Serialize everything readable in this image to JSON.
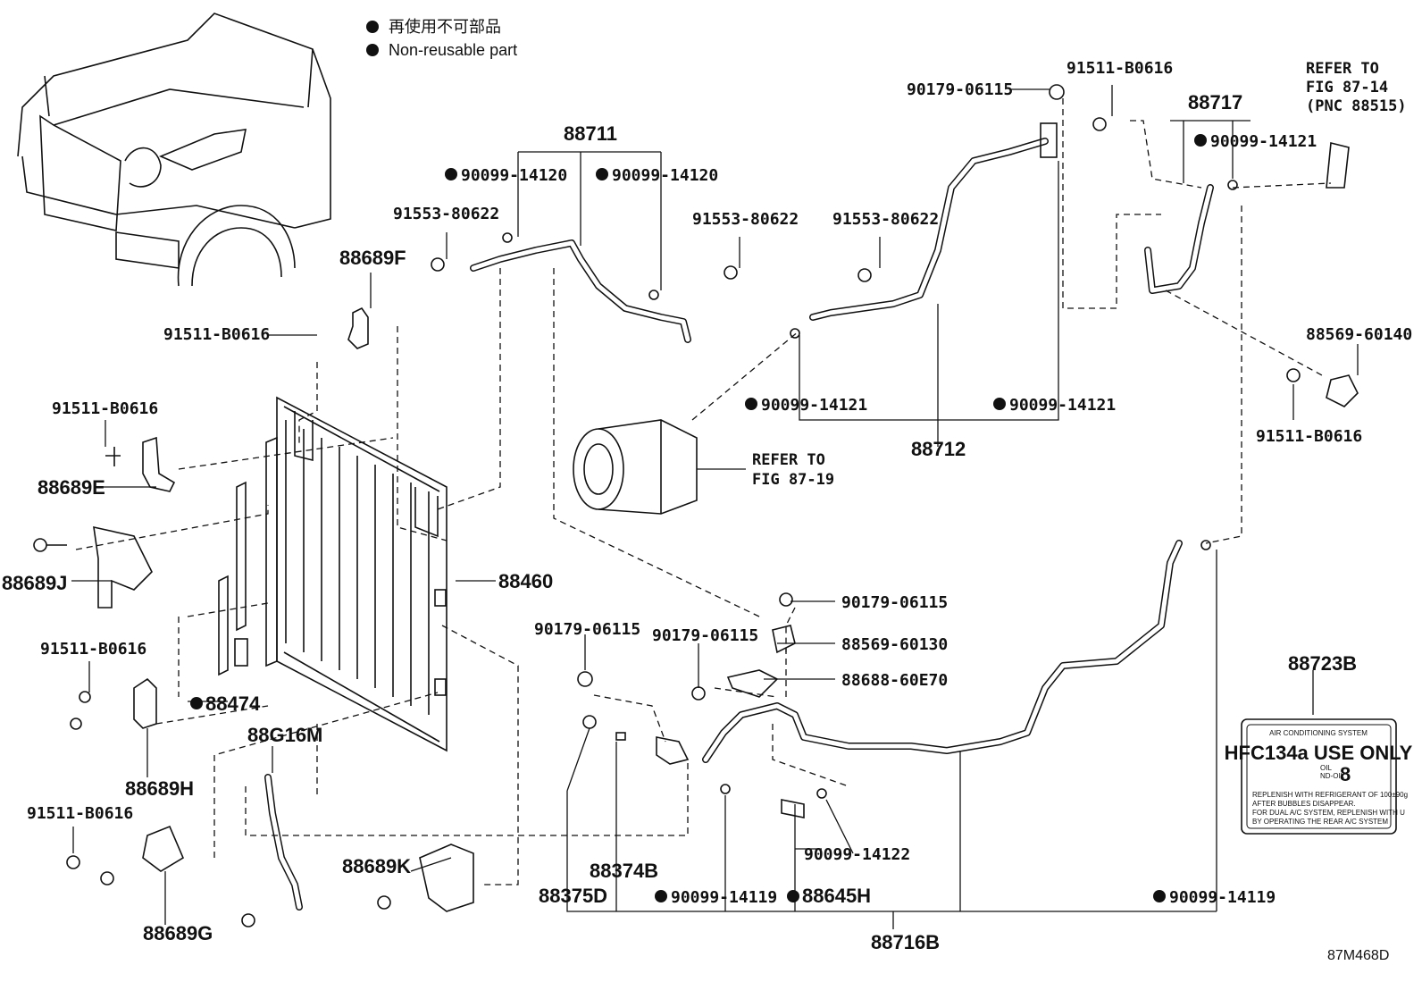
{
  "legend": {
    "ja": "再使用不可部品",
    "en": "Non-reusable part"
  },
  "labels": {
    "p88711": "88711",
    "p90099_14120_a": "90099-14120",
    "p90099_14120_b": "90099-14120",
    "p91553_80622_a": "91553-80622",
    "p91553_80622_b": "91553-80622",
    "p91553_80622_c": "91553-80622",
    "p88689F": "88689F",
    "p91511_B0616_a": "91511-B0616",
    "p91511_B0616_b": "91511-B0616",
    "p88689E": "88689E",
    "p88689J": "88689J",
    "p88460": "88460",
    "p91511_B0616_c": "91511-B0616",
    "p88474": "88474",
    "p88689H": "88689H",
    "p88G16M": "88G16M",
    "p91511_B0616_d": "91511-B0616",
    "p88689G": "88689G",
    "p88689K": "88689K",
    "p90179_06115_a": "90179-06115",
    "p91511_B0616_e": "91511-B0616",
    "p88717": "88717",
    "p90099_14121_a": "90099-14121",
    "p90099_14121_b": "90099-14121",
    "p90099_14121_c": "90099-14121",
    "p88712": "88712",
    "p88569_60140": "88569-60140",
    "p91511_B0616_f": "91511-B0616",
    "p90179_06115_b": "90179-06115",
    "p88569_60130": "88569-60130",
    "p90179_06115_c": "90179-06115",
    "p90179_06115_d": "90179-06115",
    "p88688_60E70": "88688-60E70",
    "p88723B": "88723B",
    "p90099_14122": "90099-14122",
    "p88374B": "88374B",
    "p88375D": "88375D",
    "p90099_14119_a": "90099-14119",
    "p88645H": "88645H",
    "p90099_14119_b": "90099-14119",
    "p88716B": "88716B"
  },
  "refs": {
    "ref1_line1": "REFER TO",
    "ref1_line2": "FIG 87-14",
    "ref1_line3": "(PNC 88515)",
    "ref2_line1": "REFER TO",
    "ref2_line2": "FIG 87-19"
  },
  "decal": {
    "header": "AIR CONDITIONING SYSTEM",
    "main": "HFC134a USE ONLY",
    "oil_label1": "OIL",
    "oil_label2": "ND-OIL",
    "oil_value": "8",
    "note1": "REPLENISH WITH REFRIGERANT OF 100±90g",
    "note2": "AFTER BUBBLES DISAPPEAR.",
    "note3": "FOR DUAL A/C SYSTEM, REPLENISH WITH U",
    "note4": "BY OPERATING THE REAR A/C SYSTEM"
  },
  "figure_id": "87M468D"
}
